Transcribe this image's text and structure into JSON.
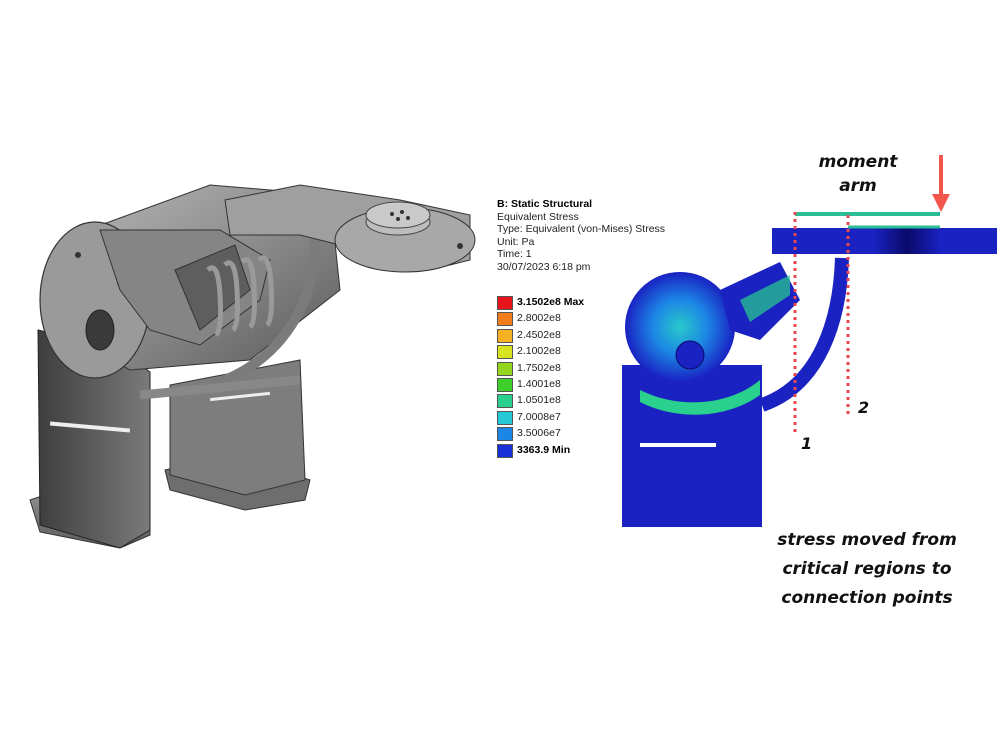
{
  "analysis": {
    "title": "B: Static Structural",
    "result": "Equivalent Stress",
    "type": "Type: Equivalent (von-Mises) Stress",
    "unit": "Unit: Pa",
    "time": "Time: 1",
    "date": "30/07/2023 6:18 pm"
  },
  "legend": {
    "levels": [
      {
        "label": "3.1502e8 Max",
        "color": "#e8141c",
        "bold": true
      },
      {
        "label": "2.8002e8",
        "color": "#f07d1a"
      },
      {
        "label": "2.4502e8",
        "color": "#f5b024"
      },
      {
        "label": "2.1002e8",
        "color": "#d8e21e"
      },
      {
        "label": "1.7502e8",
        "color": "#94d61f"
      },
      {
        "label": "1.4001e8",
        "color": "#3fcf2b"
      },
      {
        "label": "1.0501e8",
        "color": "#2ad08d"
      },
      {
        "label": "7.0008e7",
        "color": "#25c9d6"
      },
      {
        "label": "3.5006e7",
        "color": "#1c86e6"
      },
      {
        "label": "3363.9 Min",
        "color": "#1830d8",
        "bold": true
      }
    ]
  },
  "annotations": {
    "moment_arm_line1": "moment",
    "moment_arm_line2": "arm",
    "marker_1": "1",
    "marker_2": "2",
    "note_line1": "stress moved from",
    "note_line2": "critical regions to",
    "note_line3": "connection points"
  },
  "colors": {
    "arrow": "#f2564a",
    "moment_arm": "#2bbd96",
    "dashed_line": "#e8484e",
    "mesh_blue": "#1a22c2"
  }
}
